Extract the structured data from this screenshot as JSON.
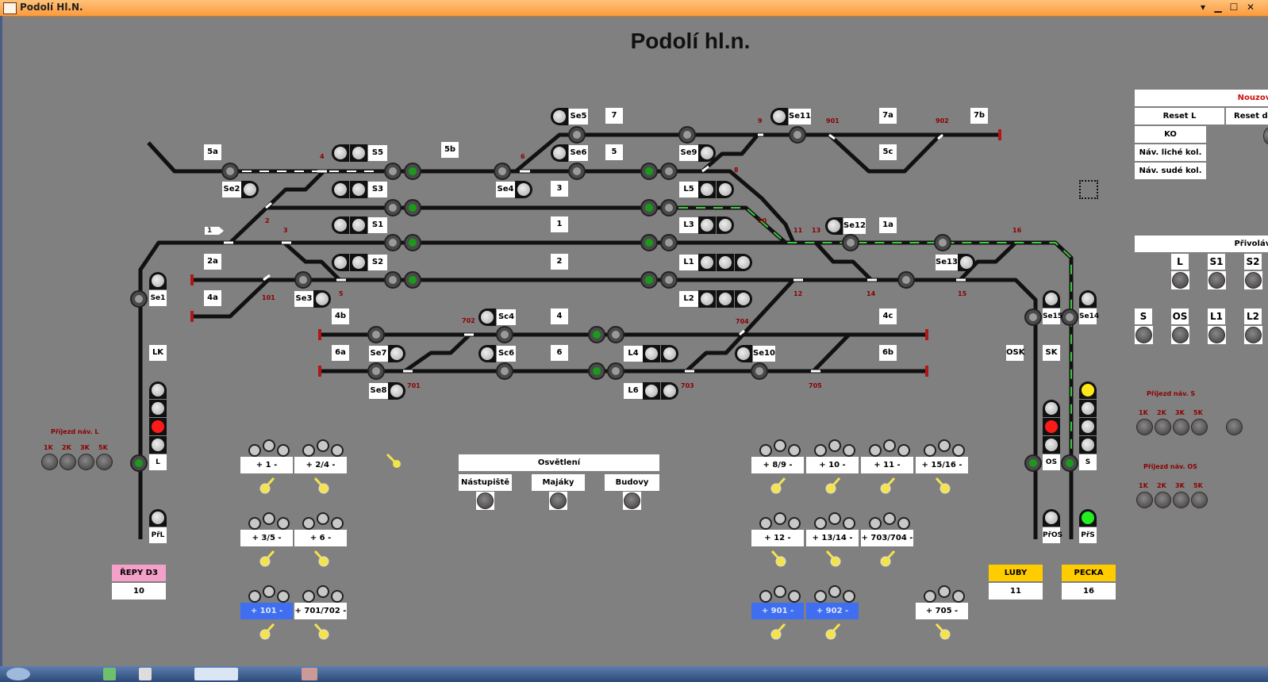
{
  "window": {
    "title": "Podolí Hl.N.",
    "controls": {
      "menu": "▾",
      "minimize": "▁",
      "maximize": "☐",
      "close": "✕"
    }
  },
  "page_title": "Podolí hl.n.",
  "track_labels": [
    "5a",
    "5b",
    "7",
    "5",
    "3",
    "1",
    "2",
    "4",
    "6",
    "7a",
    "7b",
    "5c",
    "1a",
    "4c",
    "6b",
    "2a",
    "4a",
    "4b",
    "6a",
    "LK",
    "OSK",
    "SK",
    "1"
  ],
  "signals": {
    "Se1": "Se1",
    "Se2": "Se2",
    "Se3": "Se3",
    "Se4": "Se4",
    "Se5": "Se5",
    "Se6": "Se6",
    "Se7": "Se7",
    "Se8": "Se8",
    "Se9": "Se9",
    "Se10": "Se10",
    "Se11": "Se11",
    "Se12": "Se12",
    "Se13": "Se13",
    "Se14": "Se14",
    "Se15": "Se15",
    "Sc4": "Sc4",
    "Sc6": "Sc6",
    "S5": "S5",
    "S3": "S3",
    "S1": "S1",
    "S2": "S2",
    "L5": "L5",
    "L3": "L3",
    "L1": "L1",
    "L2": "L2",
    "L4": "L4",
    "L6": "L6",
    "L": "L",
    "PrL": "PřL",
    "OS": "OS",
    "S": "S",
    "PrOS": "PřOS",
    "PrS": "PřS"
  },
  "switch_numbers": [
    "4",
    "2",
    "3",
    "101",
    "5",
    "6",
    "8",
    "9",
    "901",
    "902",
    "10",
    "11",
    "13",
    "16",
    "12",
    "14",
    "15",
    "702",
    "704",
    "701",
    "703",
    "705"
  ],
  "switch_controls": {
    "left": [
      {
        "label": "+ 1 -",
        "highlight": false
      },
      {
        "label": "+ 2/4 -",
        "highlight": false
      },
      {
        "label": "+ 3/5 -",
        "highlight": false
      },
      {
        "label": "+ 6 -",
        "highlight": false
      },
      {
        "label": "+ 101 -",
        "highlight": true
      },
      {
        "label": "+ 701/702 -",
        "highlight": false
      }
    ],
    "right": [
      {
        "label": "+ 8/9 -",
        "highlight": false
      },
      {
        "label": "+ 10 -",
        "highlight": false
      },
      {
        "label": "+ 11 -",
        "highlight": false
      },
      {
        "label": "+ 15/16 -",
        "highlight": false
      },
      {
        "label": "+ 12 -",
        "highlight": false
      },
      {
        "label": "+ 13/14 -",
        "highlight": false
      },
      {
        "label": "+ 703/704 -",
        "highlight": false
      },
      {
        "label": "+ 901 -",
        "highlight": true
      },
      {
        "label": "+ 902 -",
        "highlight": true
      },
      {
        "label": "+ 705 -",
        "highlight": false
      }
    ]
  },
  "lighting": {
    "title": "Osvětlení",
    "items": [
      "Nástupiště",
      "Majáky",
      "Budovy"
    ]
  },
  "arrival_L": {
    "title": "Příjezd náv. L",
    "keys": [
      "1K",
      "2K",
      "3K",
      "5K"
    ]
  },
  "arrival_S": {
    "title": "Příjezd náv. S",
    "keys": [
      "1K",
      "2K",
      "3K",
      "5K"
    ]
  },
  "arrival_OS": {
    "title": "Příjezd náv. OS",
    "keys": [
      "1K",
      "2K",
      "3K",
      "5K"
    ]
  },
  "emergency": {
    "title": "Nouzové",
    "reset_l": "Reset L",
    "reset_d": "Reset de",
    "ko": "KO",
    "nav_liche": "Náv. liché kol.",
    "nav_sude": "Náv. sudé kol."
  },
  "calling_on": {
    "title": "Přivoláva",
    "row1": [
      "L",
      "S1",
      "S2"
    ],
    "row2": [
      "S",
      "OS",
      "L1",
      "L2"
    ]
  },
  "stations": [
    {
      "name": "ŘEPY D3",
      "value": "10",
      "color": "#f4a0c8"
    },
    {
      "name": "LUBY",
      "value": "11",
      "color": "#ffcc00"
    },
    {
      "name": "PECKA",
      "value": "16",
      "color": "#ffcc00"
    }
  ],
  "colors": {
    "background": "#808080",
    "track": "#111111",
    "route_green": "#3ccc3c",
    "signal_green": "#1a9a1a",
    "signal_red": "#ff1a1a",
    "signal_yellow": "#ffe81a",
    "highlight_blue": "#3f6ff0",
    "switch_number": "#8b0000"
  }
}
